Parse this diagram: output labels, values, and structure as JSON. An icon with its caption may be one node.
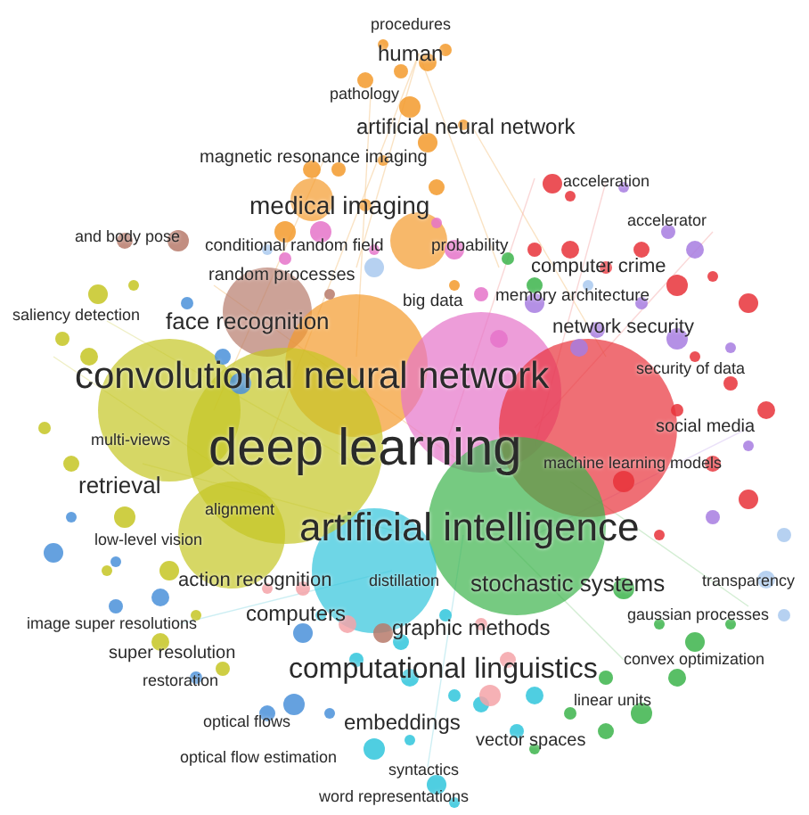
{
  "diagram": {
    "labels": [
      "procedures",
      "human",
      "pathology",
      "artificial neural network",
      "magnetic resonance imaging",
      "acceleration",
      "medical imaging",
      "accelerator",
      "and body pose",
      "conditional random field",
      "probability",
      "computer crime",
      "random processes",
      "big data",
      "memory architecture",
      "saliency detection",
      "face recognition",
      "network security",
      "convolutional neural network",
      "security of data",
      "social media",
      "multi-views",
      "deep learning",
      "machine learning models",
      "retrieval",
      "alignment",
      "artificial intelligence",
      "low-level vision",
      "action recognition",
      "distillation",
      "stochastic systems",
      "transparency",
      "image super resolutions",
      "computers",
      "gaussian processes",
      "graphic methods",
      "super resolution",
      "computational linguistics",
      "convex optimization",
      "restoration",
      "linear units",
      "optical flows",
      "embeddings",
      "vector spaces",
      "optical flow estimation",
      "syntactics",
      "word representations"
    ]
  }
}
